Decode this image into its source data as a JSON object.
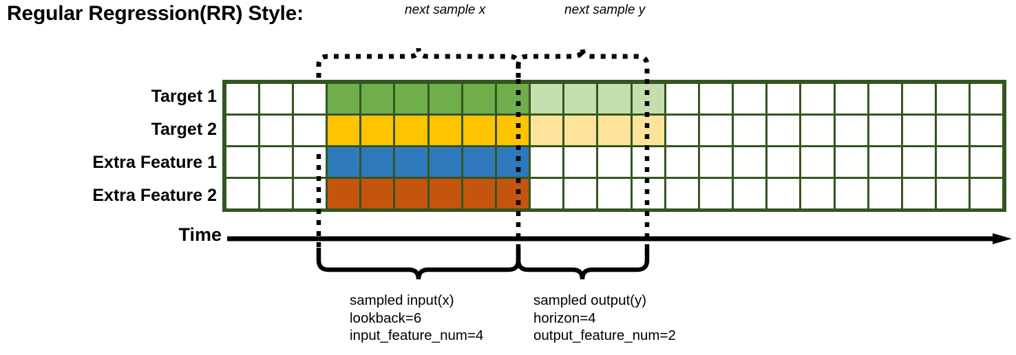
{
  "title": "Regular Regression(RR) Style:",
  "rows": [
    {
      "label": "Target 1",
      "name": "target-1"
    },
    {
      "label": "Target 2",
      "name": "target-2"
    },
    {
      "label": "Extra Feature 1",
      "name": "extra-feature-1"
    },
    {
      "label": "Extra Feature 2",
      "name": "extra-feature-2"
    }
  ],
  "grid": {
    "total_columns": 23,
    "input_start_column": 3,
    "input_end_column": 9,
    "output_end_column": 13,
    "fills": [
      [
        "#ffffff",
        "#ffffff",
        "#ffffff",
        "#6fae4a",
        "#6fae4a",
        "#6fae4a",
        "#6fae4a",
        "#6fae4a",
        "#6fae4a",
        "#c5deb0",
        "#c5deb0",
        "#c5deb0",
        "#c5deb0",
        "#ffffff",
        "#ffffff",
        "#ffffff",
        "#ffffff",
        "#ffffff",
        "#ffffff",
        "#ffffff",
        "#ffffff",
        "#ffffff",
        "#ffffff"
      ],
      [
        "#ffffff",
        "#ffffff",
        "#ffffff",
        "#ffc300",
        "#ffc300",
        "#ffc300",
        "#ffc300",
        "#ffc300",
        "#ffc300",
        "#fde49a",
        "#fde49a",
        "#fde49a",
        "#fde49a",
        "#ffffff",
        "#ffffff",
        "#ffffff",
        "#ffffff",
        "#ffffff",
        "#ffffff",
        "#ffffff",
        "#ffffff",
        "#ffffff",
        "#ffffff"
      ],
      [
        "#ffffff",
        "#ffffff",
        "#ffffff",
        "#2e79bc",
        "#2e79bc",
        "#2e79bc",
        "#2e79bc",
        "#2e79bc",
        "#2e79bc",
        "#ffffff",
        "#ffffff",
        "#ffffff",
        "#ffffff",
        "#ffffff",
        "#ffffff",
        "#ffffff",
        "#ffffff",
        "#ffffff",
        "#ffffff",
        "#ffffff",
        "#ffffff",
        "#ffffff",
        "#ffffff"
      ],
      [
        "#ffffff",
        "#ffffff",
        "#ffffff",
        "#c4550f",
        "#c4550f",
        "#c4550f",
        "#c4550f",
        "#c4550f",
        "#c4550f",
        "#ffffff",
        "#ffffff",
        "#ffffff",
        "#ffffff",
        "#ffffff",
        "#ffffff",
        "#ffffff",
        "#ffffff",
        "#ffffff",
        "#ffffff",
        "#ffffff",
        "#ffffff",
        "#ffffff",
        "#ffffff"
      ]
    ]
  },
  "time_axis": {
    "label": "Time"
  },
  "top_braces": [
    {
      "caption": "next sample x",
      "name": "next-sample-x"
    },
    {
      "caption": "next sample y",
      "name": "next-sample-y"
    }
  ],
  "bottom_braces": [
    {
      "name": "sampled-input",
      "lines": [
        "sampled input(x)",
        "lookback=6",
        "input_feature_num=4"
      ]
    },
    {
      "name": "sampled-output",
      "lines": [
        "sampled output(y)",
        "horizon=4",
        "output_feature_num=2"
      ]
    }
  ],
  "colors": {
    "border": "#35551e",
    "target1": "#6fae4a",
    "target1_faded": "#c5deb0",
    "target2": "#ffc300",
    "target2_faded": "#fde49a",
    "extra1": "#2e79bc",
    "extra2": "#c4550f",
    "axis": "#000000"
  }
}
